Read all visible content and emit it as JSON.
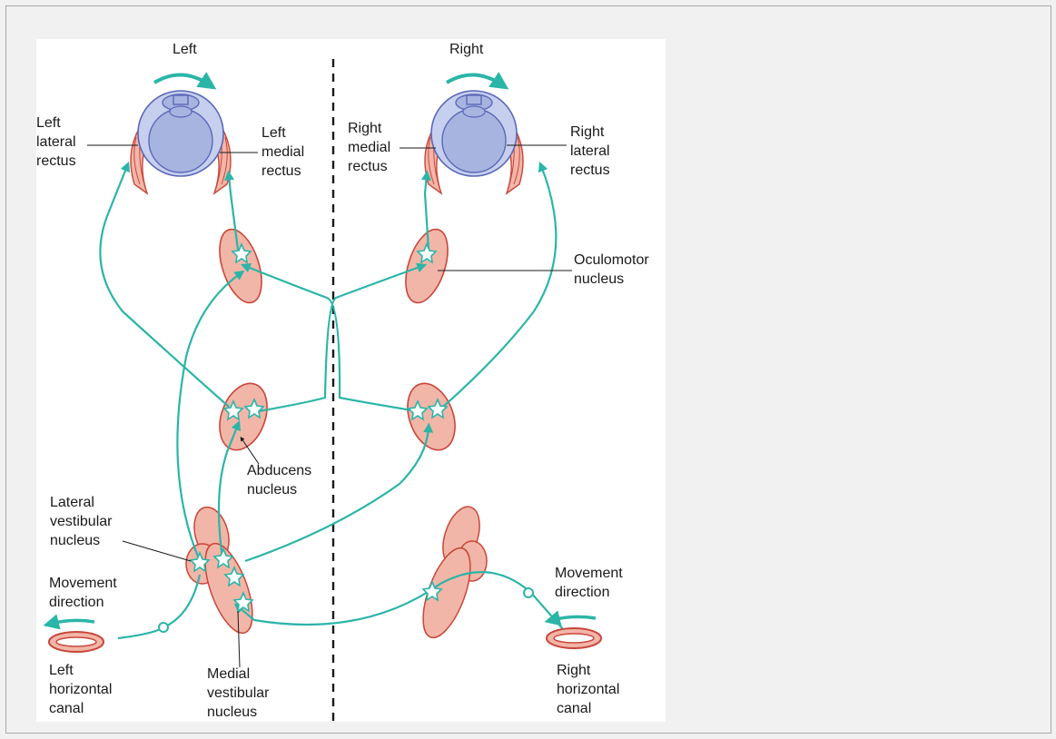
{
  "figure": {
    "titles": {
      "left": "Left",
      "right": "Right"
    },
    "labels": {
      "left_lateral_rectus": [
        "Left",
        "lateral",
        "rectus"
      ],
      "left_medial_rectus": [
        "Left",
        "medial",
        "rectus"
      ],
      "right_medial_rectus": [
        "Right",
        "medial",
        "rectus"
      ],
      "right_lateral_rectus": [
        "Right",
        "lateral",
        "rectus"
      ],
      "oculomotor_nucleus": [
        "Oculomotor",
        "nucleus"
      ],
      "abducens_nucleus": [
        "Abducens",
        "nucleus"
      ],
      "lateral_vestibular_nucleus": [
        "Lateral",
        "vestibular",
        "nucleus"
      ],
      "medial_vestibular_nucleus": [
        "Medial",
        "vestibular",
        "nucleus"
      ],
      "left_movement_direction": [
        "Movement",
        "direction"
      ],
      "right_movement_direction": [
        "Movement",
        "direction"
      ],
      "left_horizontal_canal": [
        "Left",
        "horizontal",
        "canal"
      ],
      "right_horizontal_canal": [
        "Right",
        "horizontal",
        "canal"
      ]
    },
    "colors": {
      "pathway": "#2bb5a8",
      "muscle_fill": "#f2b6a8",
      "outline": "#c9463a",
      "eye_fill": "#a8b4e0",
      "eye_outline": "#5a68b8",
      "midline": "#1a1a1a"
    }
  }
}
